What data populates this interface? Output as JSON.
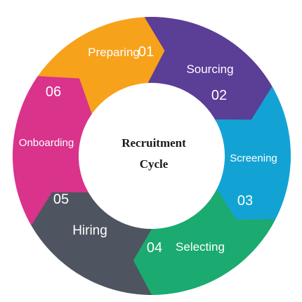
{
  "center": {
    "line1": "Recruitment",
    "line2": "Cycle"
  },
  "segments": [
    {
      "name": "Preparing",
      "number": "01",
      "color": "#F7A21B"
    },
    {
      "name": "Sourcing",
      "number": "02",
      "color": "#5B3E96"
    },
    {
      "name": "Screening",
      "number": "03",
      "color": "#12A3D4"
    },
    {
      "name": "Selecting",
      "number": "04",
      "color": "#1BAA6F"
    },
    {
      "name": "Hiring",
      "number": "05",
      "color": "#4E5560"
    },
    {
      "name": "Onboarding",
      "number": "06",
      "color": "#D9338C"
    }
  ]
}
